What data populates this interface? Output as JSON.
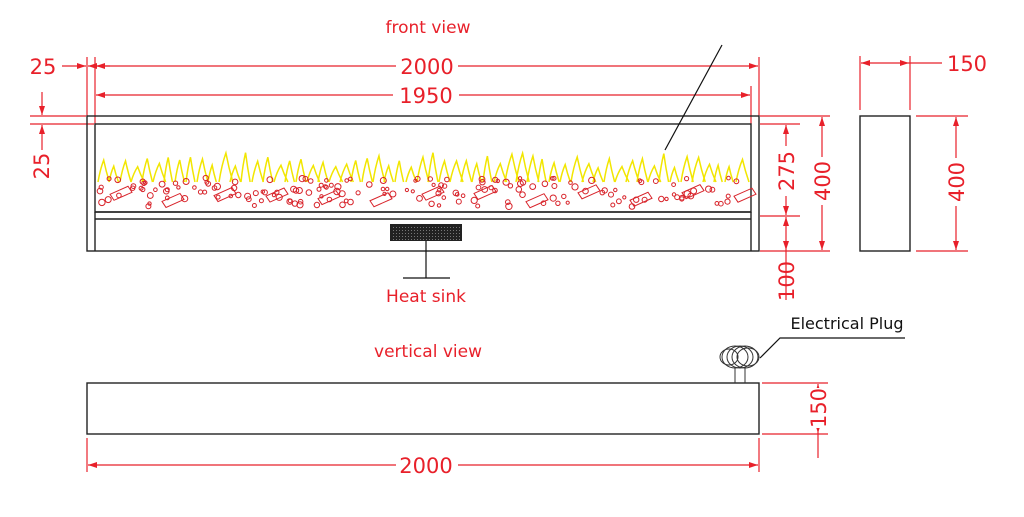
{
  "labels": {
    "front_view": "front view",
    "vertical_view": "vertical view",
    "heat_sink": "Heat sink",
    "electrical_plug": "Electrical Plug"
  },
  "dimensions": {
    "front_width_outer": "2000",
    "front_width_inner": "1950",
    "frame_left": "25",
    "frame_top": "25",
    "front_height": "400",
    "flame_height": "275",
    "base_height": "100",
    "side_depth": "150",
    "side_height": "400",
    "vertical_depth": "150",
    "vertical_width": "2000"
  },
  "colors": {
    "dimension_red": "#e8202a",
    "outline": "#222222",
    "flame_yellow": "#f2e600",
    "ember_red": "#d8232a"
  }
}
